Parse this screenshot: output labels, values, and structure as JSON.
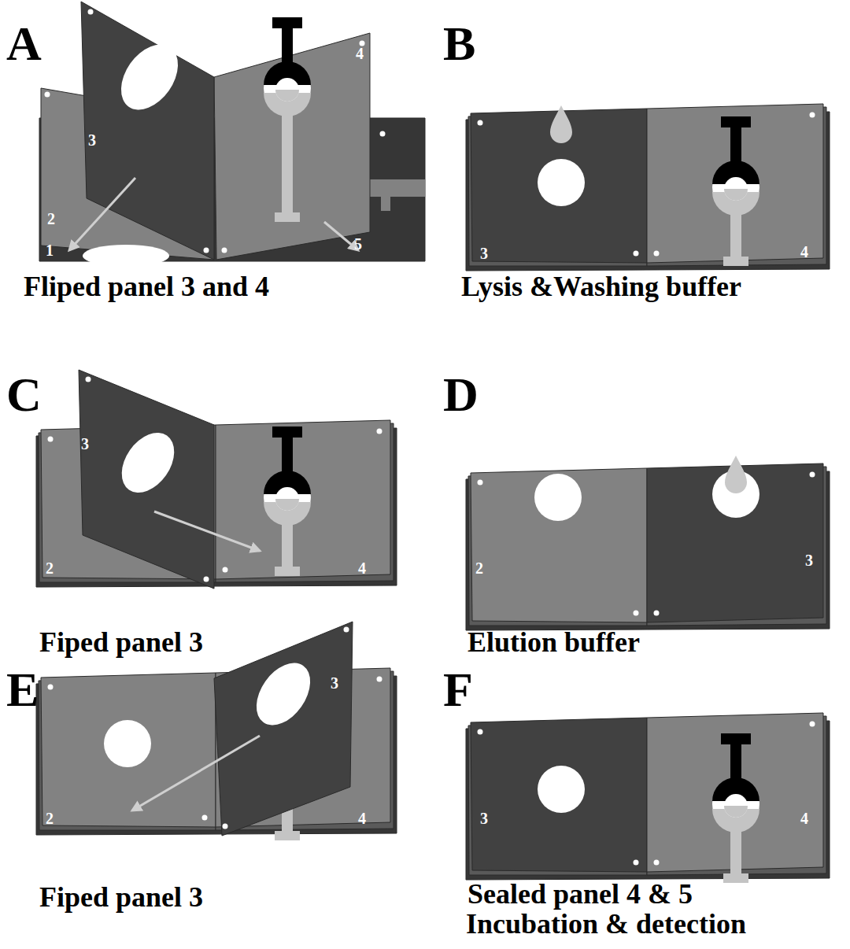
{
  "diagram": {
    "labels": [
      "A",
      "3",
      "4",
      "2",
      "1",
      "5",
      "Fliped panel 3 and 4",
      "B",
      "3",
      "4",
      "Lysis &Washing buffer",
      "C",
      "3",
      "2",
      "4",
      "Fiped panel 3",
      "D",
      "2",
      "3",
      "Elution buffer",
      "E",
      "3",
      "2",
      "4",
      "Fiped panel 3",
      "F",
      "3",
      "4",
      "Sealed panel 4 & 5",
      "Incubation & detection"
    ]
  }
}
